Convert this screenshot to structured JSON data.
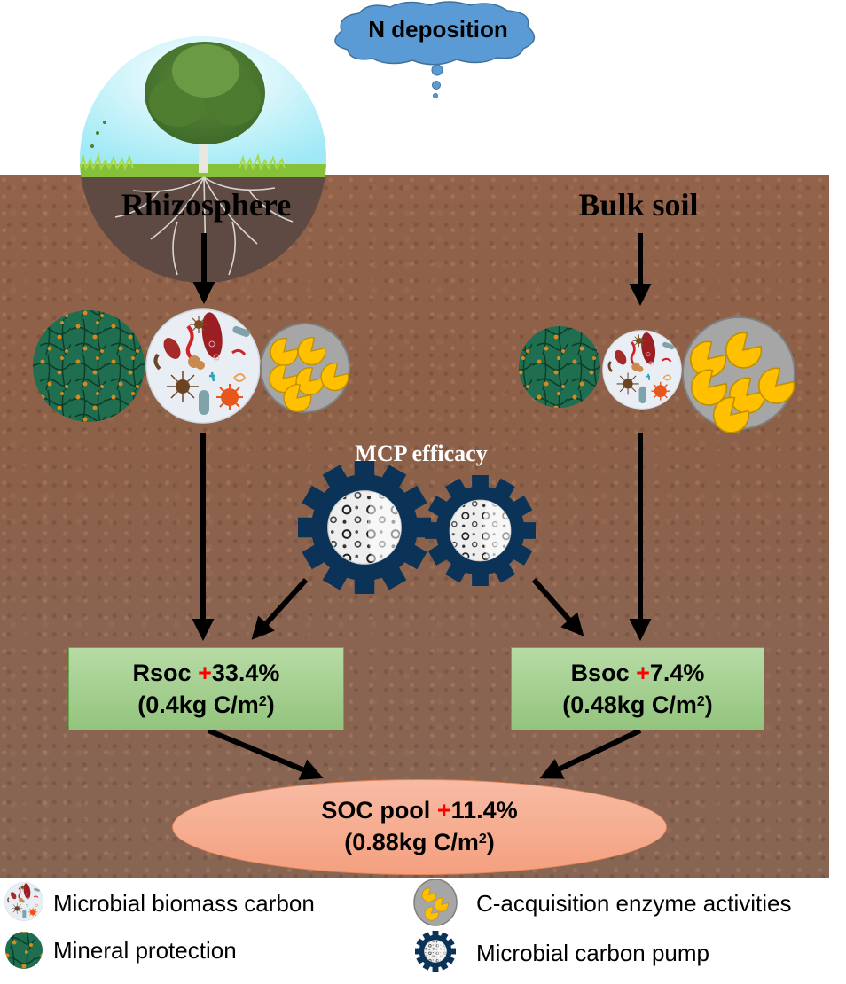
{
  "title": "Microbial carbon pump mediated SOC response to N deposition",
  "driver": {
    "label": "N deposition"
  },
  "compartments": {
    "rhizosphere": {
      "label": "Rhizosphere"
    },
    "bulk_soil": {
      "label": "Bulk soil"
    }
  },
  "mcp": {
    "label": "MCP efficacy"
  },
  "pools": {
    "rsoc": {
      "name": "Rsoc",
      "sign": "+",
      "change": "33.4%",
      "amount_prefix": "(0.4kg C/m",
      "amount_exp": "2",
      "amount_suffix": ")"
    },
    "bsoc": {
      "name": "Bsoc",
      "sign": "+",
      "change": "7.4%",
      "amount_prefix": "(0.48kg C/m",
      "amount_exp": "2",
      "amount_suffix": ")"
    },
    "soc": {
      "name": "SOC pool",
      "sign": "+",
      "change": "11.4%",
      "amount_prefix": "(0.88kg C/m",
      "amount_exp": "2",
      "amount_suffix": ")"
    }
  },
  "legend": [
    {
      "icon": "microbe-circle-icon",
      "label": "Microbial biomass carbon"
    },
    {
      "icon": "mineral-circle-icon",
      "label": "Mineral protection"
    },
    {
      "icon": "enzyme-circle-icon",
      "label": "C-acquisition enzyme activities"
    },
    {
      "icon": "gear-icon",
      "label": "Microbial carbon pump"
    }
  ],
  "colors": {
    "cloud": "#5b9bd5",
    "gear": "#0b3358",
    "box_fill": "#a9d18e",
    "ellipse_fill": "#f4b183",
    "plus": "#ff0000",
    "enzyme": "#ffc000",
    "enzyme_bg": "#a6a6a6",
    "mineral": "#1e6b4a"
  }
}
